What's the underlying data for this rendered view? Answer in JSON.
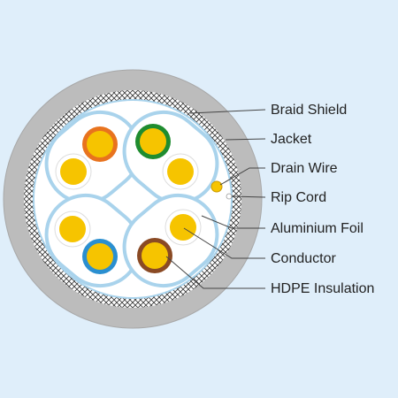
{
  "colors": {
    "background": "#dfeefa",
    "jacket": "#bcbcbc",
    "braid": "#ffffff",
    "braid_pattern": "#333333",
    "foil": "#a9d3ec",
    "core": "#ffffff",
    "conductor": "#f6c400",
    "leader_line": "#444444",
    "pair_orange": "#e8731e",
    "pair_green": "#1f8c2f",
    "pair_blue": "#2a8fd0",
    "pair_brown": "#8a4a24"
  },
  "labels": {
    "braid_shield": "Braid Shield",
    "jacket": "Jacket",
    "drain_wire": "Drain Wire",
    "rip_cord": "Rip Cord",
    "aluminium_foil": "Aluminium Foil",
    "conductor": "Conductor",
    "hdpe_insulation": "HDPE Insulation"
  }
}
